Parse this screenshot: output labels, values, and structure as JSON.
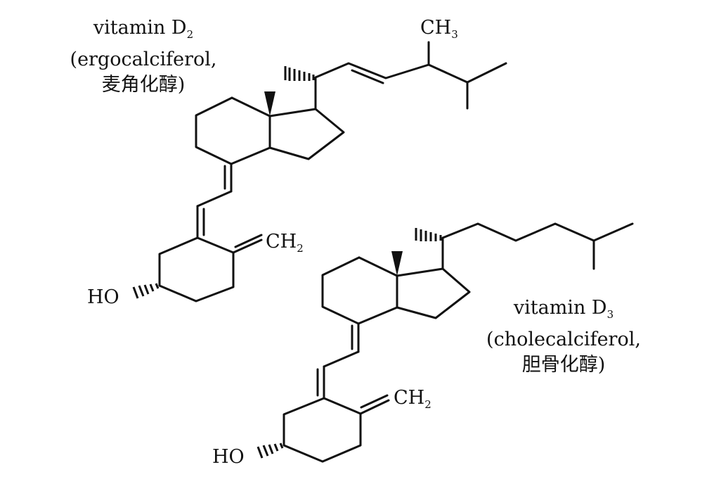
{
  "vitamin_d2": {
    "name": "vitamin D",
    "name_sub": "2",
    "alt_name": "(ergocalciferol,",
    "cn_name": "麦角化醇)",
    "methyl_label": "CH",
    "methyl_sub": "3",
    "ch2_label": "CH",
    "ch2_sub": "2",
    "ho_label": "HO"
  },
  "vitamin_d3": {
    "name": "vitamin D",
    "name_sub": "3",
    "alt_name": "(cholecalciferol,",
    "cn_name": "胆骨化醇)",
    "ch2_label": "CH",
    "ch2_sub": "2",
    "ho_label": "HO"
  }
}
